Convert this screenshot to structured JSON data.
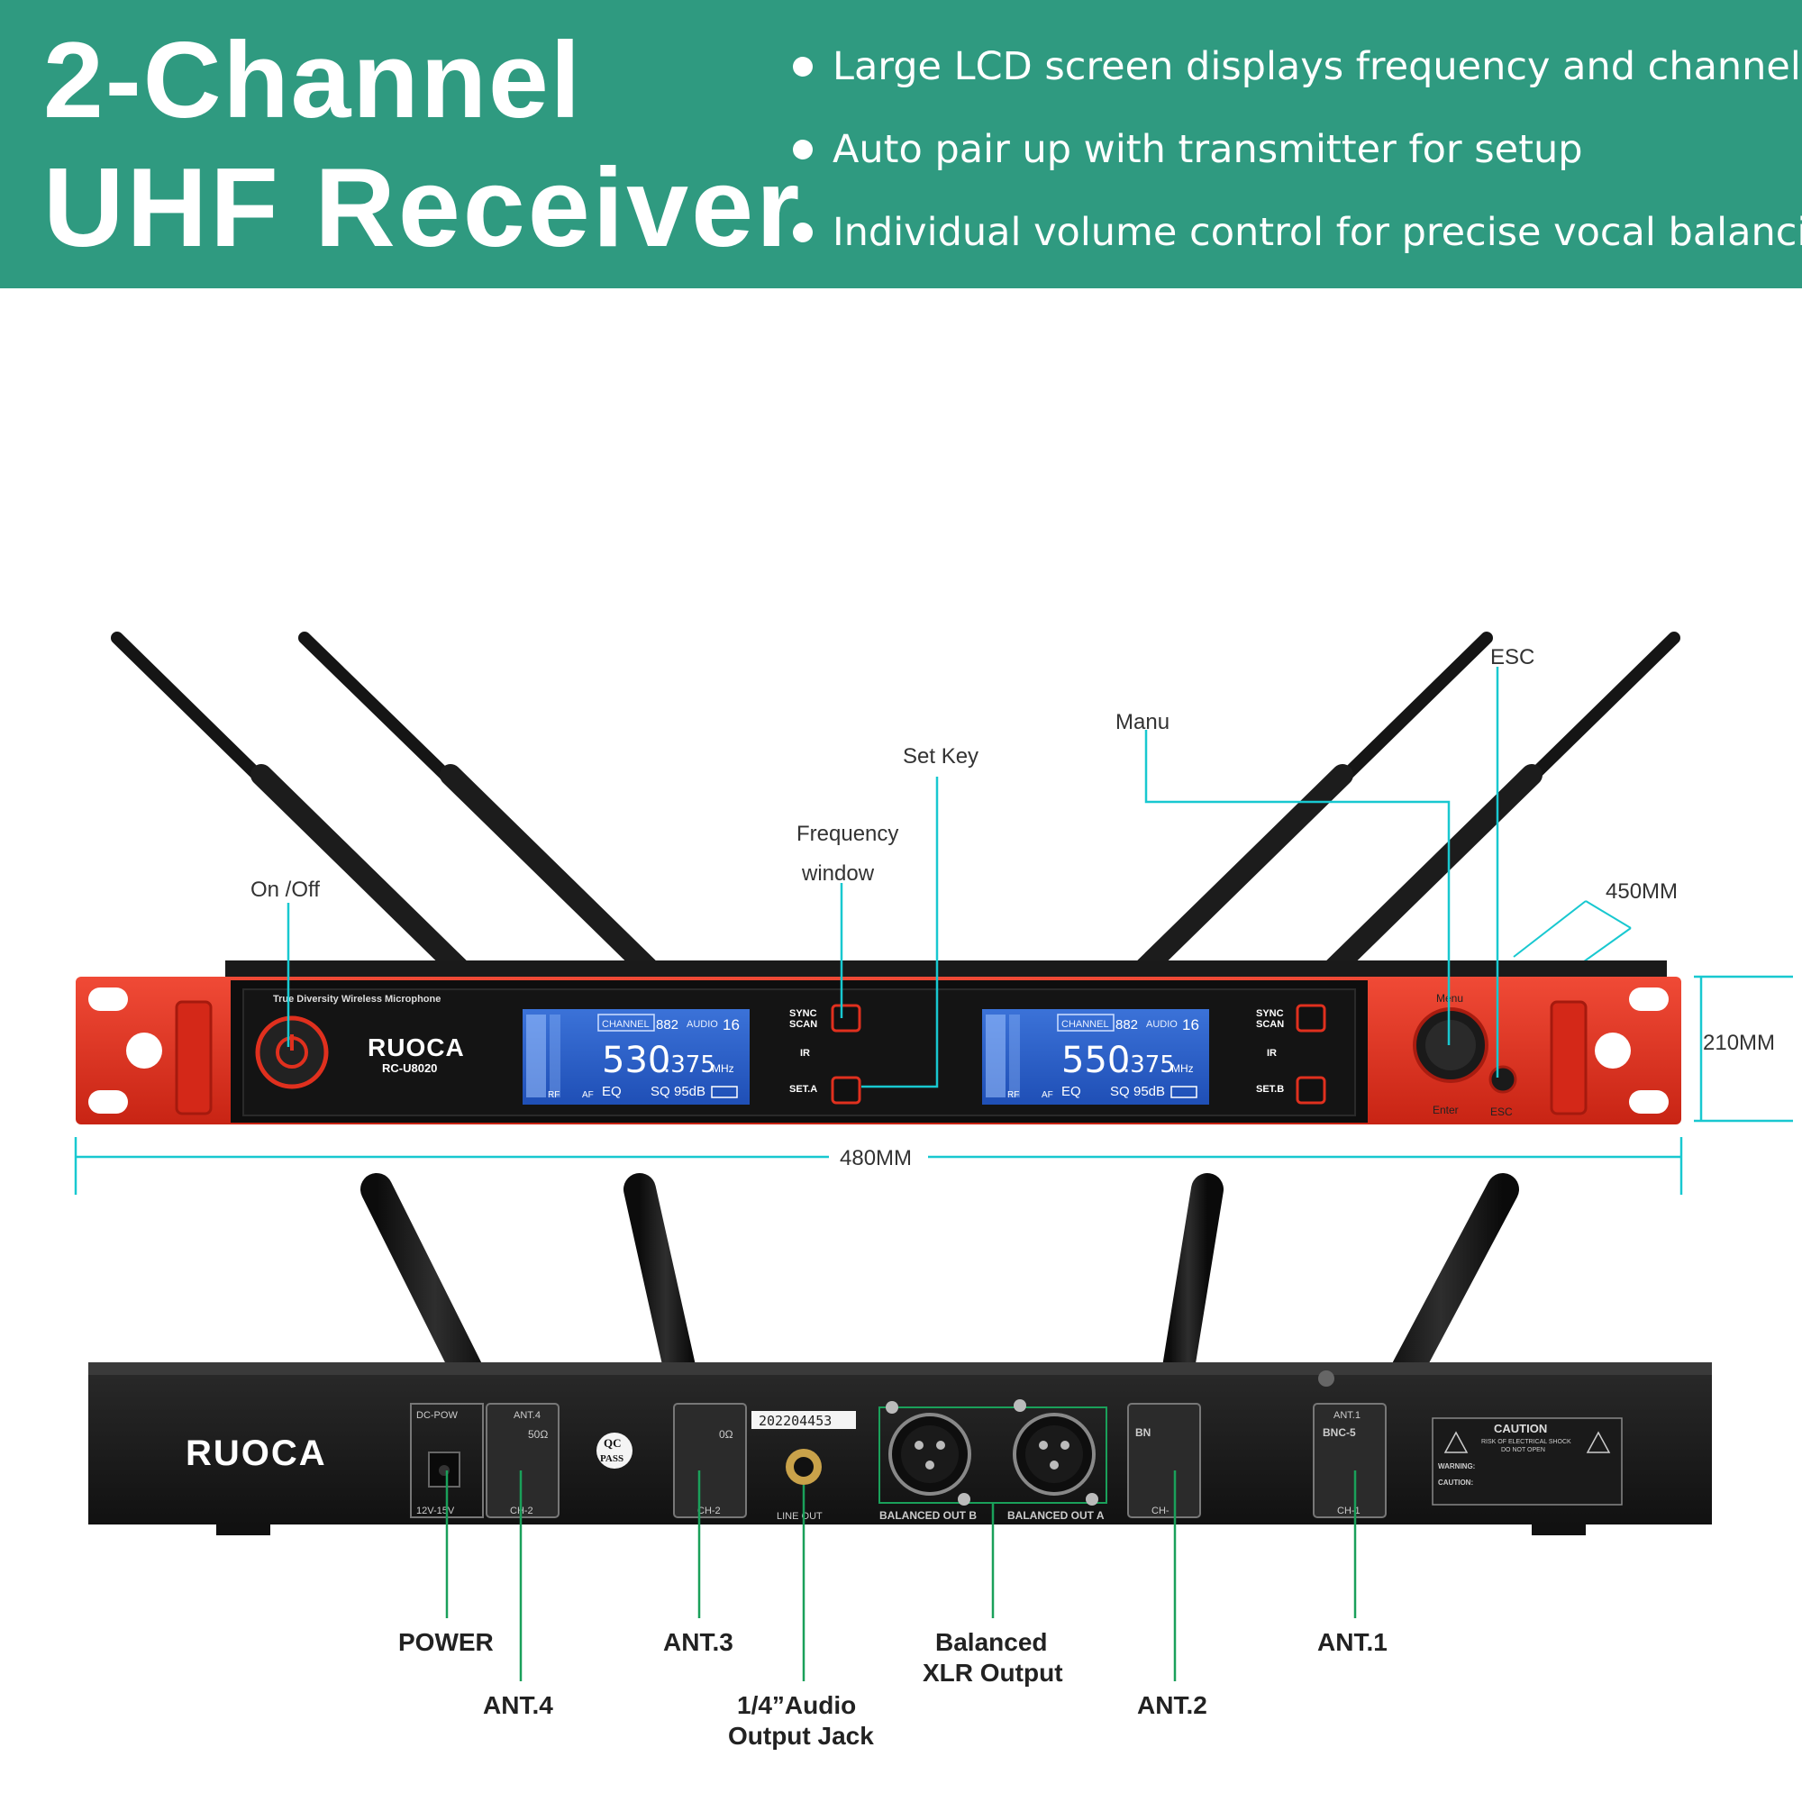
{
  "banner": {
    "title_line1": "2-Channel",
    "title_line2": "UHF Receiver",
    "features": [
      "Large LCD screen displays frequency and channel",
      "Auto pair up with transmitter for setup",
      "Individual volume control for precise vocal balancing"
    ],
    "bg_color": "#2f9a80"
  },
  "front_panel": {
    "tagline": "True Diversity Wireless Microphone",
    "brand": "RUOCA",
    "model": "RC-U8020",
    "channel_a": {
      "channel_tag": "CHANNEL",
      "channel_num": "882",
      "audio_tag": "AUDIO",
      "audio_num": "16",
      "freq_main": "530",
      "freq_dec": ".375",
      "unit": "MHz",
      "eq": "EQ",
      "sq": "SQ",
      "sq_val": "95dB",
      "rf": "RF",
      "af": "AF"
    },
    "channel_b": {
      "channel_tag": "CHANNEL",
      "channel_num": "882",
      "audio_tag": "AUDIO",
      "audio_num": "16",
      "freq_main": "550",
      "freq_dec": ".375",
      "unit": "MHz",
      "eq": "EQ",
      "sq": "SQ",
      "sq_val": "95dB",
      "rf": "RF",
      "af": "AF"
    },
    "sync_scan_1": "SYNC",
    "sync_scan_2": "SCAN",
    "ir": "IR",
    "set_a": "SET.A",
    "set_b": "SET.B",
    "knob_top": "Menu",
    "knob_bottom": "Enter",
    "esc": "ESC",
    "accent_color": "#e0301e"
  },
  "callouts": {
    "on_off": "On /Off",
    "freq_window_1": "Frequency",
    "freq_window_2": "window",
    "set_key": "Set Key",
    "manu": "Manu",
    "esc": "ESC",
    "depth": "450MM",
    "height": "210MM",
    "width": "480MM",
    "line_color": "#18c8d0"
  },
  "rear_panel": {
    "brand": "RUOCA",
    "dc_power": "DC-POW",
    "power_spec": "12V-15V",
    "ant4_tag": "ANT.4",
    "ohm": "50Ω",
    "ch2": "CH-2",
    "ant3_ohm": "0Ω",
    "qc1": "QC",
    "qc2": "PASS",
    "serial": "202204453",
    "line_out": "LINE OUT",
    "balanced_out_b": "BALANCED OUT B",
    "balanced_out_a": "BALANCED OUT A",
    "bnc": "BN",
    "ch_dash": "CH-",
    "ant1_tag": "ANT.1",
    "bnc1": "BNC-5",
    "ch1": "CH-1",
    "caution_title": "CAUTION",
    "caution_sub1": "RISK OF ELECTRICAL SHOCK",
    "caution_sub2": "DO NOT OPEN",
    "warning": "WARNING:",
    "caution2": "CAUTION:"
  },
  "bottom_labels": {
    "power": "POWER",
    "ant4": "ANT.4",
    "ant3": "ANT.3",
    "jack_1": "1/4”Audio",
    "jack_2": "Output Jack",
    "xlr_1": "Balanced",
    "xlr_2": "XLR Output",
    "ant2": "ANT.2",
    "ant1": "ANT.1",
    "line_color": "#1aa05a"
  }
}
